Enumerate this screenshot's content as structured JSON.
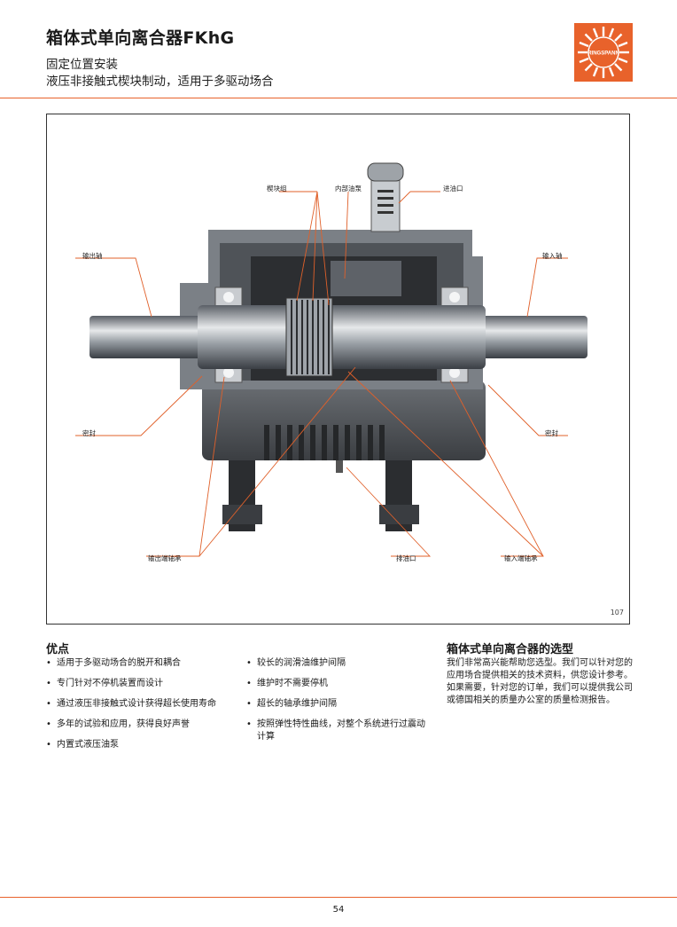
{
  "header": {
    "title": "箱体式单向离合器FKhG",
    "subtitle1": "固定位置安装",
    "subtitle2": "液压非接触式楔块制动，适用于多驱动场合"
  },
  "logo": {
    "text": "RINGSPANN",
    "color": "#e8622b"
  },
  "figure": {
    "labels": {
      "wedge": "楔块组",
      "pump": "内部油泵",
      "fill": "进油口",
      "out_shaft": "输出轴",
      "in_shaft": "输入轴",
      "seal_left": "密封",
      "seal_right": "密封",
      "out_bearing": "输出端轴承",
      "drain": "排油口",
      "in_bearing": "输入端轴承"
    },
    "page_ref": "107"
  },
  "advantages": {
    "heading": "优点",
    "col1": [
      "适用于多驱动场合的脱开和耦合",
      "专门针对不停机装置而设计",
      "通过液压非接触式设计获得超长使用寿命",
      "多年的试验和应用，获得良好声誉",
      "内置式液压油泵"
    ],
    "col2": [
      "较长的润滑油维护间隔",
      "维护时不需要停机",
      "超长的轴承维护间隔",
      "按照弹性特性曲线，对整个系统进行过震动计算"
    ]
  },
  "selection": {
    "heading": "箱体式单向离合器的选型",
    "text": "我们非常高兴能帮助您选型。我们可以针对您的应用场合提供相关的技术资料，供您设计参考。如果需要，针对您的订单，我们可以提供我公司或德国相关的质量办公室的质量检测报告。"
  },
  "page_number": "54"
}
